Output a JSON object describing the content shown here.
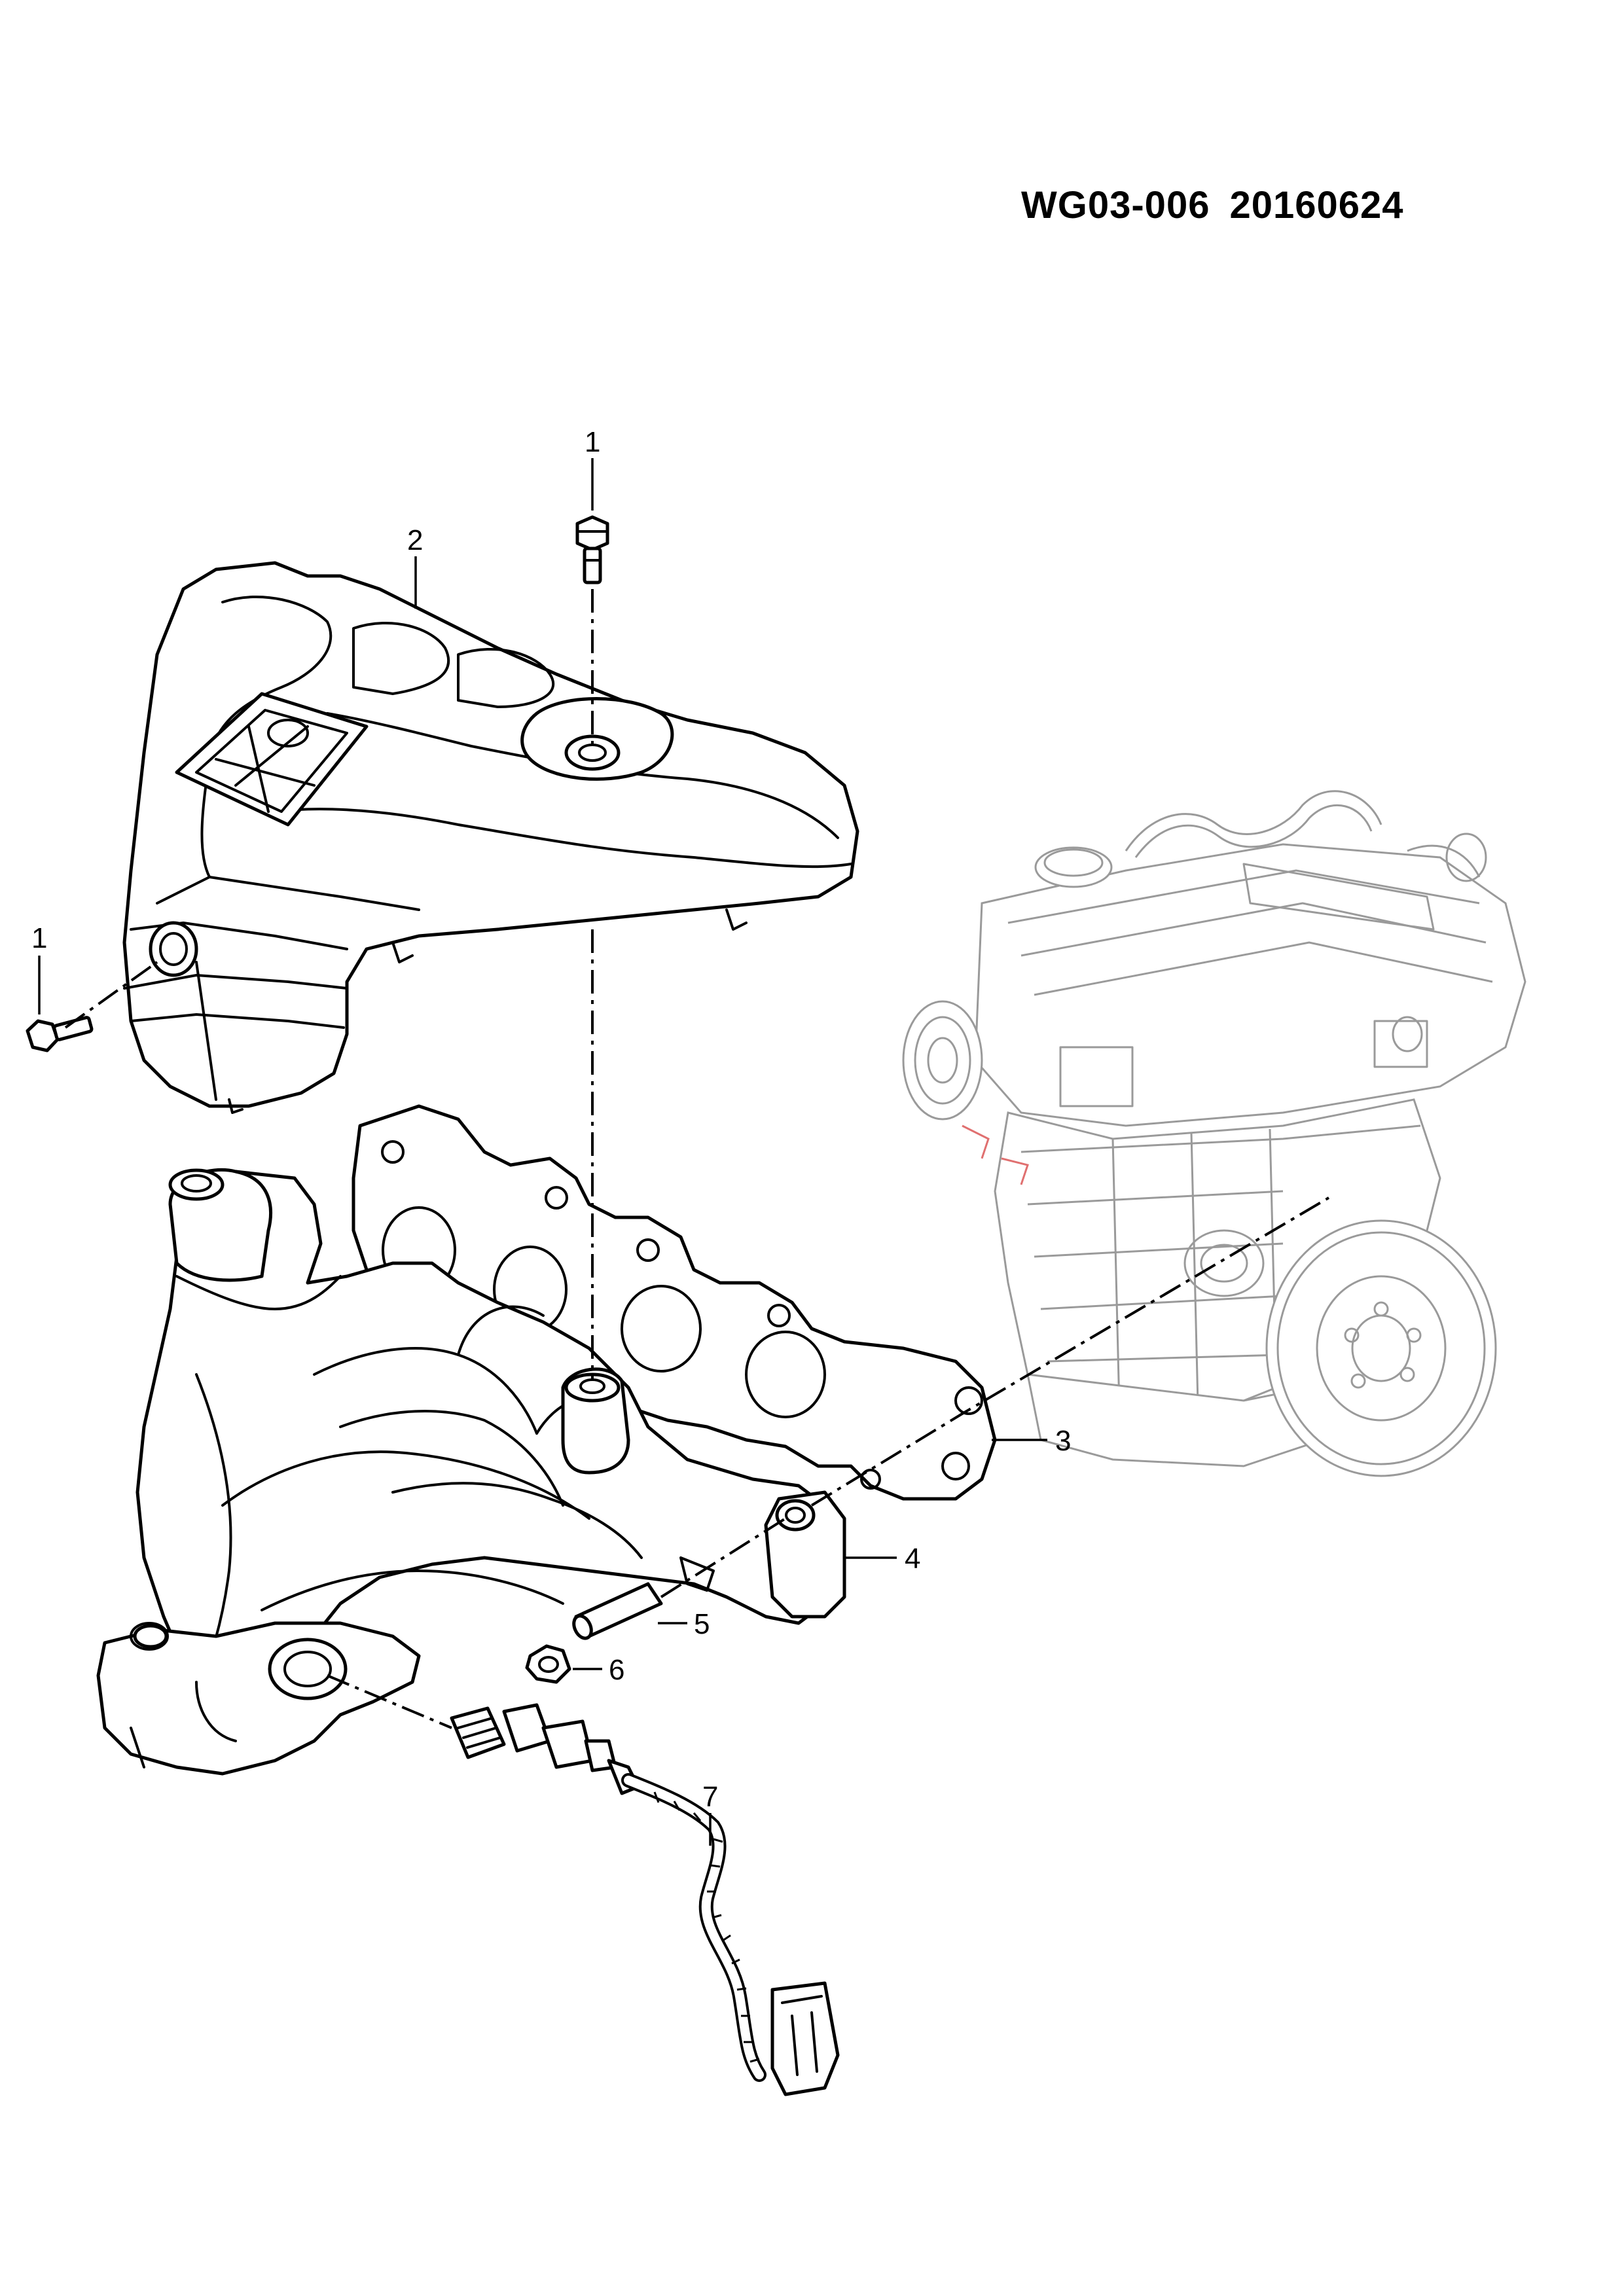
{
  "header": {
    "drawing_code": "WG03-006",
    "date_code": "20160624"
  },
  "callouts": [
    {
      "id": "callout-1-top",
      "label": "1"
    },
    {
      "id": "callout-1-left",
      "label": "1"
    },
    {
      "id": "callout-2",
      "label": "2"
    },
    {
      "id": "callout-3",
      "label": "3"
    },
    {
      "id": "callout-4",
      "label": "4"
    },
    {
      "id": "callout-5",
      "label": "5"
    },
    {
      "id": "callout-6",
      "label": "6"
    },
    {
      "id": "callout-7",
      "label": "7"
    }
  ],
  "colors": {
    "line": "#000000",
    "engine_line": "#9a9a9a",
    "accent_marks": "#e07070"
  }
}
